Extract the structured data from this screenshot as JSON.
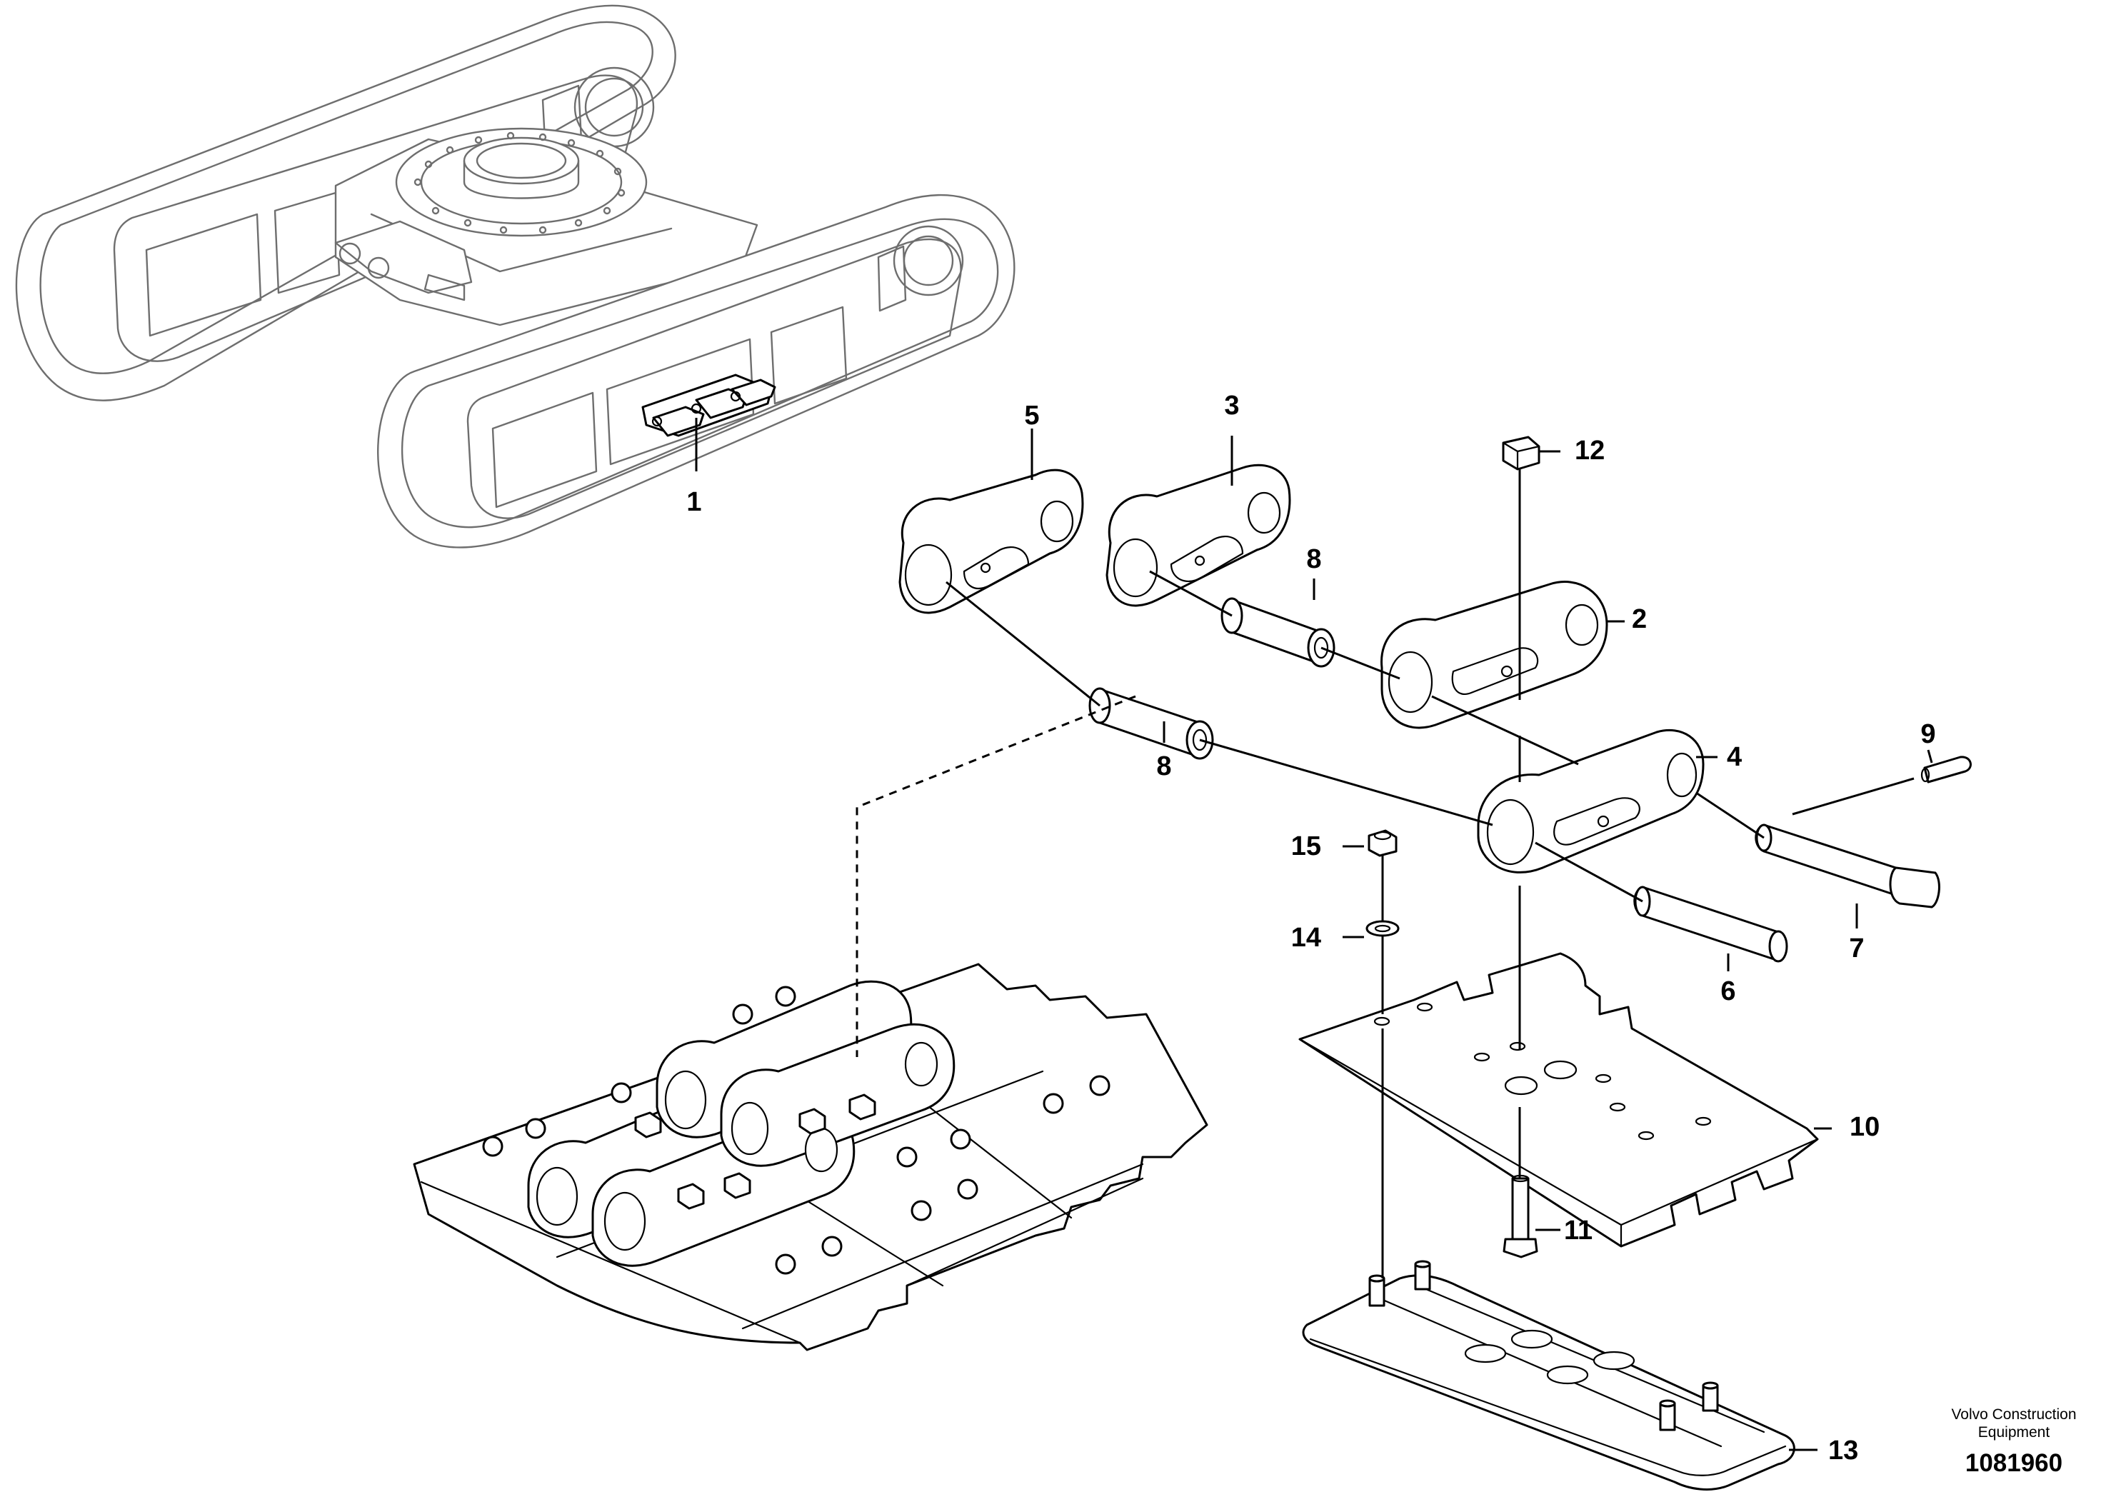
{
  "diagram": {
    "callouts": [
      {
        "id": "c1",
        "label": "1"
      },
      {
        "id": "c2",
        "label": "2"
      },
      {
        "id": "c3",
        "label": "3"
      },
      {
        "id": "c4",
        "label": "4"
      },
      {
        "id": "c5",
        "label": "5"
      },
      {
        "id": "c6",
        "label": "6"
      },
      {
        "id": "c7",
        "label": "7"
      },
      {
        "id": "c8a",
        "label": "8"
      },
      {
        "id": "c8b",
        "label": "8"
      },
      {
        "id": "c9",
        "label": "9"
      },
      {
        "id": "c10",
        "label": "10"
      },
      {
        "id": "c11",
        "label": "11"
      },
      {
        "id": "c12",
        "label": "12"
      },
      {
        "id": "c13",
        "label": "13"
      },
      {
        "id": "c14",
        "label": "14"
      },
      {
        "id": "c15",
        "label": "15"
      }
    ]
  },
  "footer": {
    "brand_line1": "Volvo Construction",
    "brand_line2": "Equipment",
    "doc_number": "1081960"
  }
}
